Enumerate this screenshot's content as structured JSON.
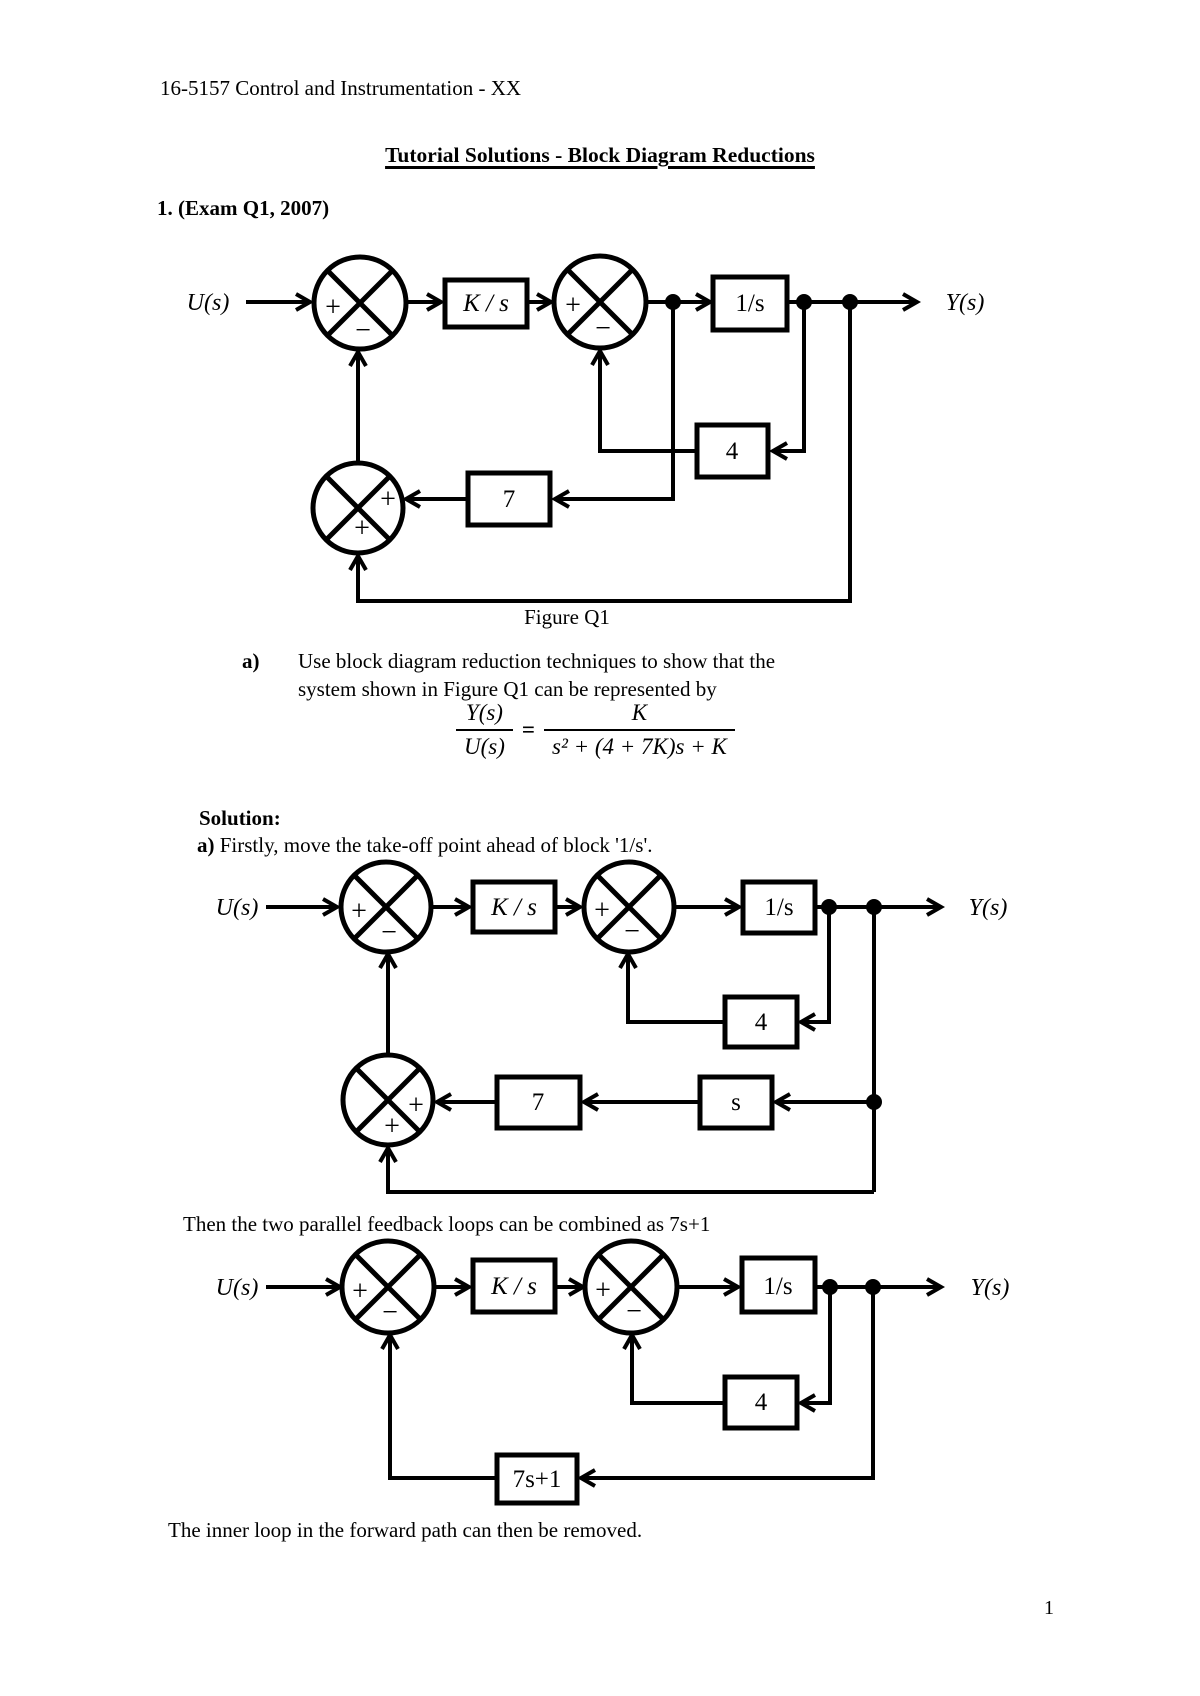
{
  "page": {
    "header": "16-5157 Control and Instrumentation - XX",
    "title": "Tutorial Solutions - Block Diagram Reductions",
    "question": "1. (Exam Q1, 2007)",
    "figure_caption": "Figure Q1",
    "part_a_label": "a)",
    "part_a_line1": "Use block diagram reduction techniques to show that the",
    "part_a_line2": "system shown in Figure Q1 can be represented by",
    "solution_label": "Solution:",
    "step_a_prefix": "a)",
    "step_a_text": "Firstly, move the take-off point ahead of block '1/s'.",
    "step_combine": "Then the two parallel feedback loops can be combined as 7s+1",
    "step_remove": "The inner loop in the forward path can then be removed.",
    "page_number": "1"
  },
  "equation": {
    "lhs_num": "Y(s)",
    "lhs_den": "U(s)",
    "equals": "=",
    "rhs_num": "K",
    "rhs_den": "s² + (4 + 7K)s + K"
  },
  "labels": {
    "input": "U(s)",
    "output": "Y(s)",
    "plus": "+",
    "minus": "−",
    "gain_Ks": "K / s",
    "integrator": "1/s",
    "gain_4": "4",
    "gain_7": "7",
    "deriv_s": "s",
    "comb_7s1": "7s+1"
  },
  "diagrams": {
    "count": 3,
    "figure_q1_blocks": [
      "K / s",
      "1/s",
      "4",
      "7"
    ],
    "step1_blocks": [
      "K / s",
      "1/s",
      "4",
      "7",
      "s"
    ],
    "step2_blocks": [
      "K / s",
      "1/s",
      "4",
      "7s+1"
    ],
    "junction_signs_row": [
      "+",
      "−"
    ],
    "junction_signs_lower": [
      "+",
      "+"
    ]
  }
}
